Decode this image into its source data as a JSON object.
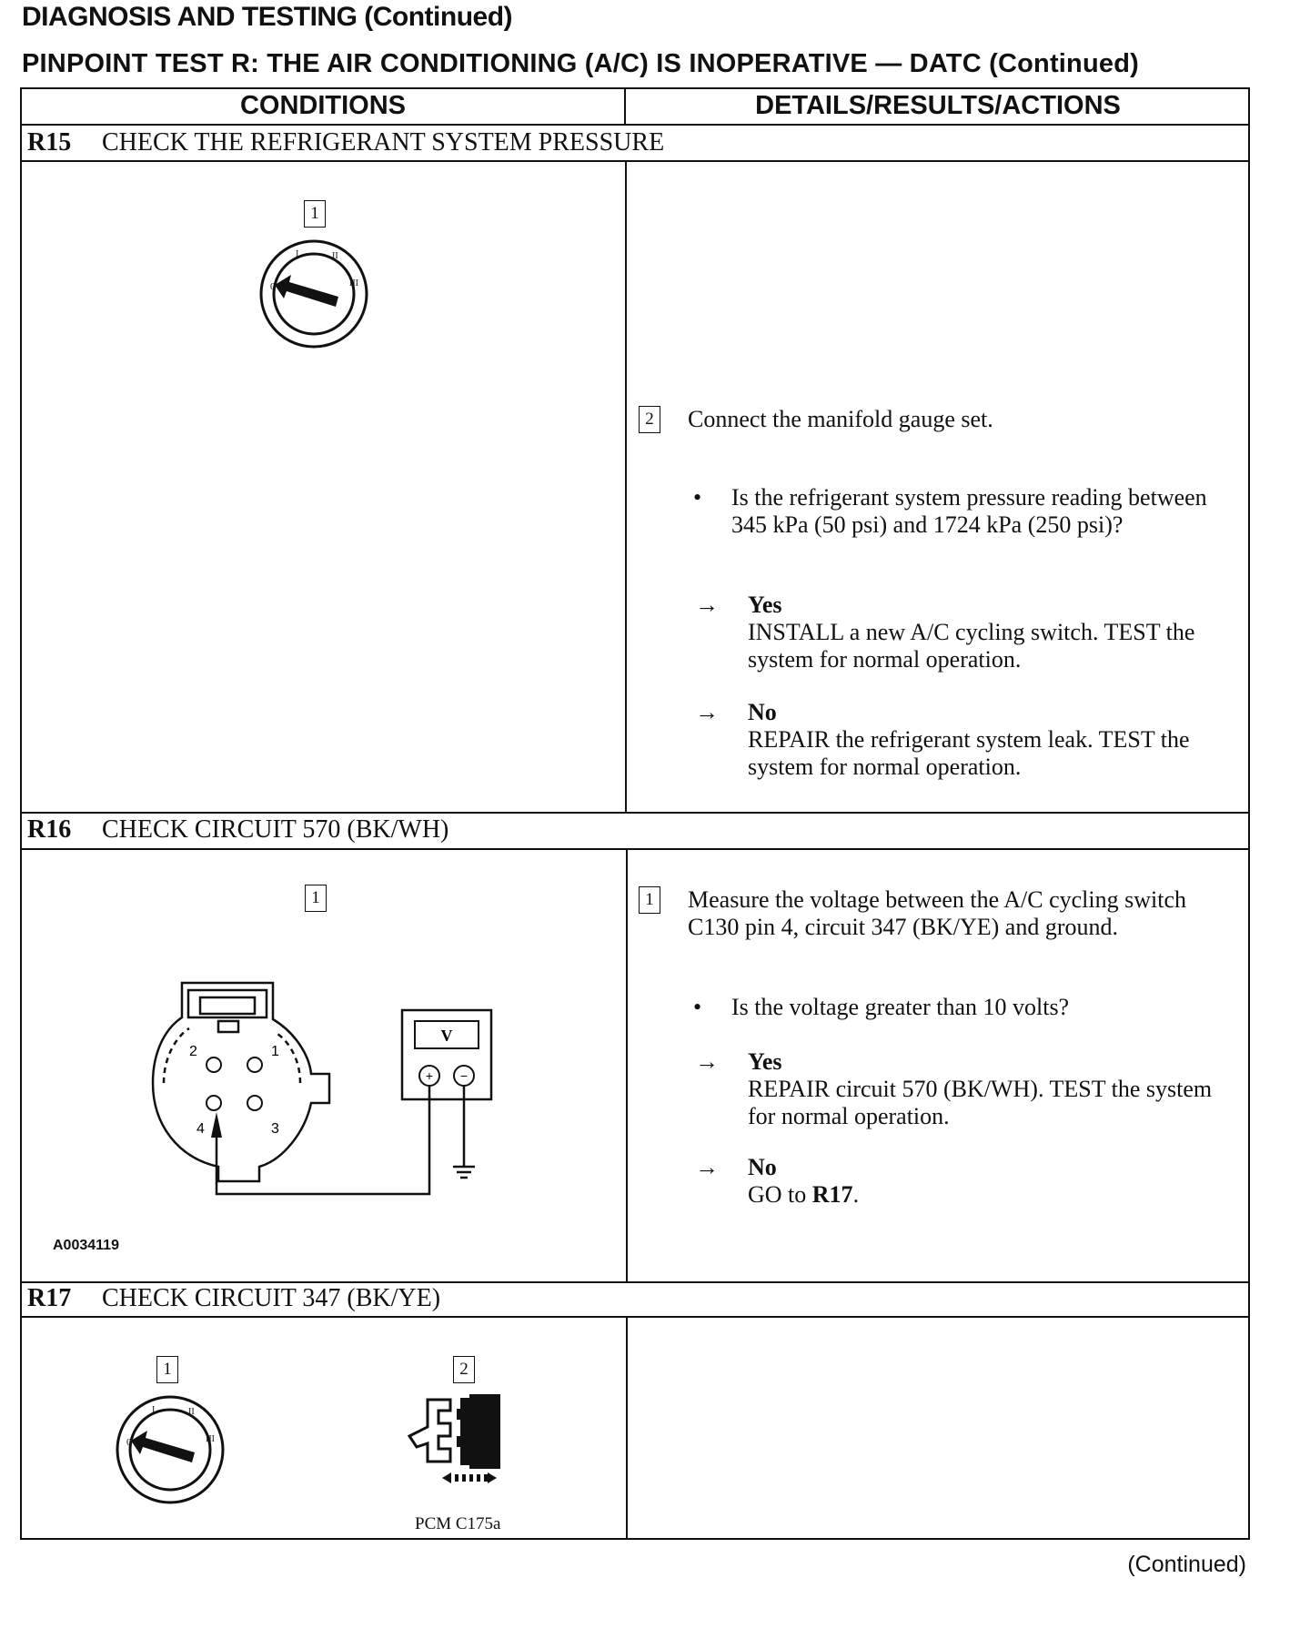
{
  "header": {
    "title": "DIAGNOSIS AND TESTING (Continued)",
    "subtitle": "PINPOINT TEST R: THE AIR CONDITIONING (A/C) IS INOPERATIVE — DATC (Continued)"
  },
  "table": {
    "columns": [
      "CONDITIONS",
      "DETAILS/RESULTS/ACTIONS"
    ]
  },
  "steps": [
    {
      "id": "R15",
      "title": "CHECK THE REFRIGERANT SYSTEM PRESSURE",
      "illustration_step": "1",
      "action_number": "2",
      "action_text": "Connect the manifold gauge set.",
      "question": "Is the refrigerant system pressure reading between 345 kPa (50 psi) and 1724 kPa (250 psi)?",
      "yes_label": "Yes",
      "yes_text": "INSTALL a new A/C cycling switch. TEST the system for normal operation.",
      "no_label": "No",
      "no_text": "REPAIR the refrigerant system leak. TEST the system for normal operation."
    },
    {
      "id": "R16",
      "title": "CHECK CIRCUIT 570 (BK/WH)",
      "illustration_step": "1",
      "action_number": "1",
      "action_text": "Measure the voltage between the A/C cycling switch C130 pin 4, circuit 347 (BK/YE) and ground.",
      "question": "Is the voltage greater than 10 volts?",
      "yes_label": "Yes",
      "yes_text": "REPAIR circuit 570 (BK/WH). TEST the system for normal operation.",
      "no_label": "No",
      "no_text_prefix": "GO to ",
      "no_text_bold": "R17",
      "no_text_suffix": ".",
      "meter_label": "V",
      "meter_plus": "+",
      "meter_minus": "−",
      "pins": [
        "1",
        "2",
        "3",
        "4"
      ],
      "figure_code": "A0034119"
    },
    {
      "id": "R17",
      "title": "CHECK CIRCUIT 347 (BK/YE)",
      "illustration_step_1": "1",
      "illustration_step_2": "2",
      "connector_label": "PCM C175a"
    }
  ],
  "ignition_marks": [
    "0",
    "I",
    "II",
    "III"
  ],
  "footer": {
    "continued": "(Continued)"
  }
}
